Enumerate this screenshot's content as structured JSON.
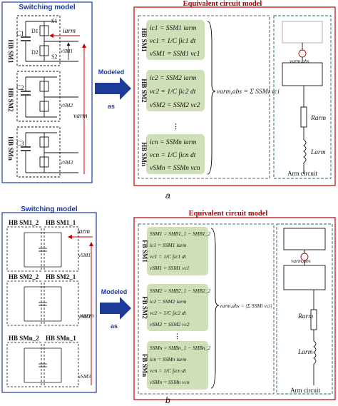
{
  "panel_a": {
    "switching_title": "Switching model",
    "equivalent_title": "Equivalent circuit model",
    "modeled_as": [
      "Modeled",
      "as"
    ],
    "submodules": [
      "HB SM1",
      "HB SM2",
      "HB SMn"
    ],
    "capacitors": [
      "C1",
      "C2",
      "C3"
    ],
    "switches": [
      "S1",
      "S2",
      "D1",
      "D2"
    ],
    "voltages": [
      "vSM1",
      "vSM2",
      "vSM3"
    ],
    "i_arm": "iarm",
    "v_arm": "varm",
    "equations_sm1": [
      "ic1 = SSM1 iarm",
      "vc1 = 1/C ∫ic1 dt",
      "vSM1 = SSM1 vc1"
    ],
    "equations_sm2": [
      "ic2 = SSM2 iarm",
      "vc2 = 1/C ∫ic2 dt",
      "vSM2 = SSM2 vc2"
    ],
    "equations_smn": [
      "icn = SSMn iarm",
      "vcn = 1/C ∫icn dt",
      "vSMn = SSMn vcn"
    ],
    "eq_labels": [
      "HB SM1",
      "HB SM2",
      "HB SMn"
    ],
    "sum_eq": "varm,abs = Σ SSMi vci",
    "v_arm_abs": "varm,abs",
    "R_arm": "Rarm",
    "L_arm": "Larm",
    "arm_circuit": "Arm circuit",
    "caption": "a"
  },
  "panel_b": {
    "switching_title": "Switching model",
    "equivalent_title": "Equivalent circuit model",
    "modeled_as": [
      "Modeled",
      "as"
    ],
    "submodules": [
      "HB SM1_2",
      "HB SM1_1",
      "HB SM2_2",
      "HB SM2_1",
      "HB SMn_2",
      "HB SMn_1"
    ],
    "voltages": [
      "vSM1",
      "vSM2",
      "vSM3"
    ],
    "i_arm": "iarm",
    "v_arm": "varm",
    "eq_labels": [
      "FB SM1",
      "FB SM2",
      "FB SMn"
    ],
    "equations_sm1": [
      "SSM1 = SHB1_1 − SHB1_2",
      "ic1 = SSM1 iarm",
      "vc1 = 1/C ∫ic1 dt",
      "vSM1 = SSM1 vc1"
    ],
    "equations_sm2": [
      "SSM2 = SHB2_1 − SHB2_2",
      "ic2 = SSM2 iarm",
      "vc2 = 1/C ∫ic2 dt",
      "vSM2 = SSM2 vc2"
    ],
    "equations_smn": [
      "SSMn = SHBn_1 − SHBn_2",
      "icn = SSMn iarm",
      "vcn = 1/C ∫icn dt",
      "vSMn = SSMn vcn"
    ],
    "sum_eq": "varm,abs = |Σ SSMi vci|",
    "v_arm_abs": "varm,abs",
    "R_arm": "Rarm",
    "L_arm": "Larm",
    "arm_circuit": "Arm circuit",
    "caption": "b"
  }
}
